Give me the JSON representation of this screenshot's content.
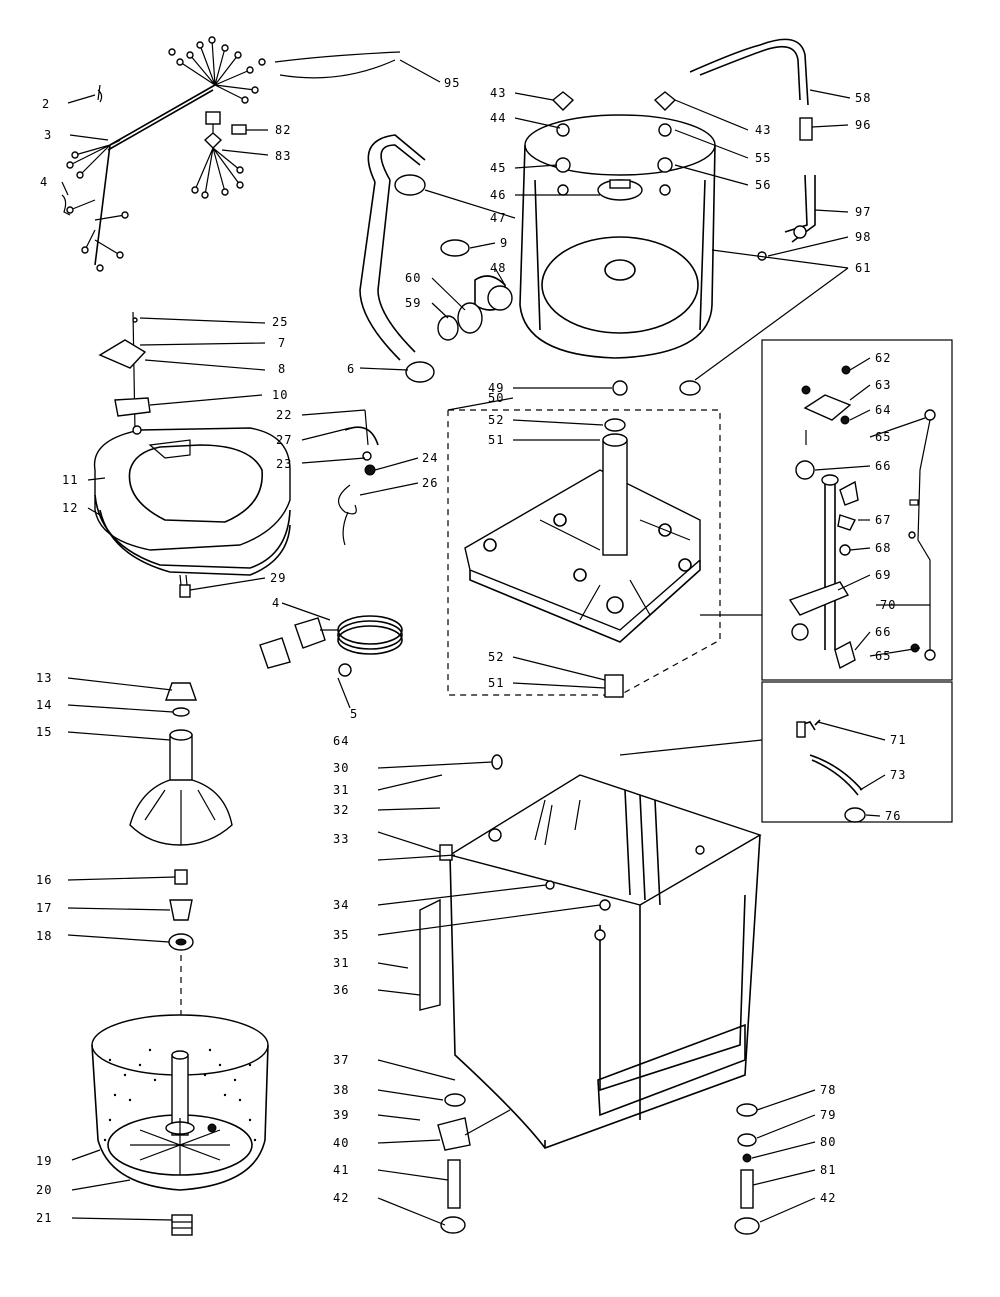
{
  "labels": [
    {
      "id": "2",
      "text": "2"
    },
    {
      "id": "3",
      "text": "3"
    },
    {
      "id": "4a",
      "text": "4"
    },
    {
      "id": "95",
      "text": "95"
    },
    {
      "id": "82",
      "text": "82"
    },
    {
      "id": "83",
      "text": "83"
    },
    {
      "id": "25",
      "text": "25"
    },
    {
      "id": "7",
      "text": "7"
    },
    {
      "id": "8",
      "text": "8"
    },
    {
      "id": "10",
      "text": "10"
    },
    {
      "id": "11",
      "text": "11"
    },
    {
      "id": "12",
      "text": "12"
    },
    {
      "id": "22",
      "text": "22"
    },
    {
      "id": "27",
      "text": "27"
    },
    {
      "id": "23",
      "text": "23"
    },
    {
      "id": "24",
      "text": "24"
    },
    {
      "id": "26",
      "text": "26"
    },
    {
      "id": "29",
      "text": "29"
    },
    {
      "id": "4b",
      "text": "4"
    },
    {
      "id": "5",
      "text": "5"
    },
    {
      "id": "6",
      "text": "6"
    },
    {
      "id": "13",
      "text": "13"
    },
    {
      "id": "14",
      "text": "14"
    },
    {
      "id": "15",
      "text": "15"
    },
    {
      "id": "16",
      "text": "16"
    },
    {
      "id": "17",
      "text": "17"
    },
    {
      "id": "18",
      "text": "18"
    },
    {
      "id": "19",
      "text": "19"
    },
    {
      "id": "20",
      "text": "20"
    },
    {
      "id": "21",
      "text": "21"
    },
    {
      "id": "43a",
      "text": "43"
    },
    {
      "id": "44",
      "text": "44"
    },
    {
      "id": "45",
      "text": "45"
    },
    {
      "id": "46",
      "text": "46"
    },
    {
      "id": "47",
      "text": "47"
    },
    {
      "id": "9",
      "text": "9"
    },
    {
      "id": "48",
      "text": "48"
    },
    {
      "id": "60",
      "text": "60"
    },
    {
      "id": "59",
      "text": "59"
    },
    {
      "id": "43b",
      "text": "43"
    },
    {
      "id": "55",
      "text": "55"
    },
    {
      "id": "56",
      "text": "56"
    },
    {
      "id": "58",
      "text": "58"
    },
    {
      "id": "96",
      "text": "96"
    },
    {
      "id": "97",
      "text": "97"
    },
    {
      "id": "98",
      "text": "98"
    },
    {
      "id": "61",
      "text": "61"
    },
    {
      "id": "49",
      "text": "49"
    },
    {
      "id": "50",
      "text": "50"
    },
    {
      "id": "52a",
      "text": "52"
    },
    {
      "id": "51a",
      "text": "51"
    },
    {
      "id": "52b",
      "text": "52"
    },
    {
      "id": "51b",
      "text": "51"
    },
    {
      "id": "62",
      "text": "62"
    },
    {
      "id": "63",
      "text": "63"
    },
    {
      "id": "64a",
      "text": "64"
    },
    {
      "id": "65a",
      "text": "65"
    },
    {
      "id": "66a",
      "text": "66"
    },
    {
      "id": "67",
      "text": "67"
    },
    {
      "id": "68",
      "text": "68"
    },
    {
      "id": "69",
      "text": "69"
    },
    {
      "id": "70",
      "text": "70"
    },
    {
      "id": "66b",
      "text": "66"
    },
    {
      "id": "65b",
      "text": "65"
    },
    {
      "id": "71",
      "text": "71"
    },
    {
      "id": "73",
      "text": "73"
    },
    {
      "id": "76",
      "text": "76"
    },
    {
      "id": "64b",
      "text": "64"
    },
    {
      "id": "30",
      "text": "30"
    },
    {
      "id": "31a",
      "text": "31"
    },
    {
      "id": "32",
      "text": "32"
    },
    {
      "id": "33",
      "text": "33"
    },
    {
      "id": "34",
      "text": "34"
    },
    {
      "id": "35",
      "text": "35"
    },
    {
      "id": "31b",
      "text": "31"
    },
    {
      "id": "36",
      "text": "36"
    },
    {
      "id": "37",
      "text": "37"
    },
    {
      "id": "38",
      "text": "38"
    },
    {
      "id": "39",
      "text": "39"
    },
    {
      "id": "40",
      "text": "40"
    },
    {
      "id": "41",
      "text": "41"
    },
    {
      "id": "42a",
      "text": "42"
    },
    {
      "id": "78",
      "text": "78"
    },
    {
      "id": "79",
      "text": "79"
    },
    {
      "id": "80",
      "text": "80"
    },
    {
      "id": "81",
      "text": "81"
    },
    {
      "id": "42b",
      "text": "42"
    }
  ]
}
